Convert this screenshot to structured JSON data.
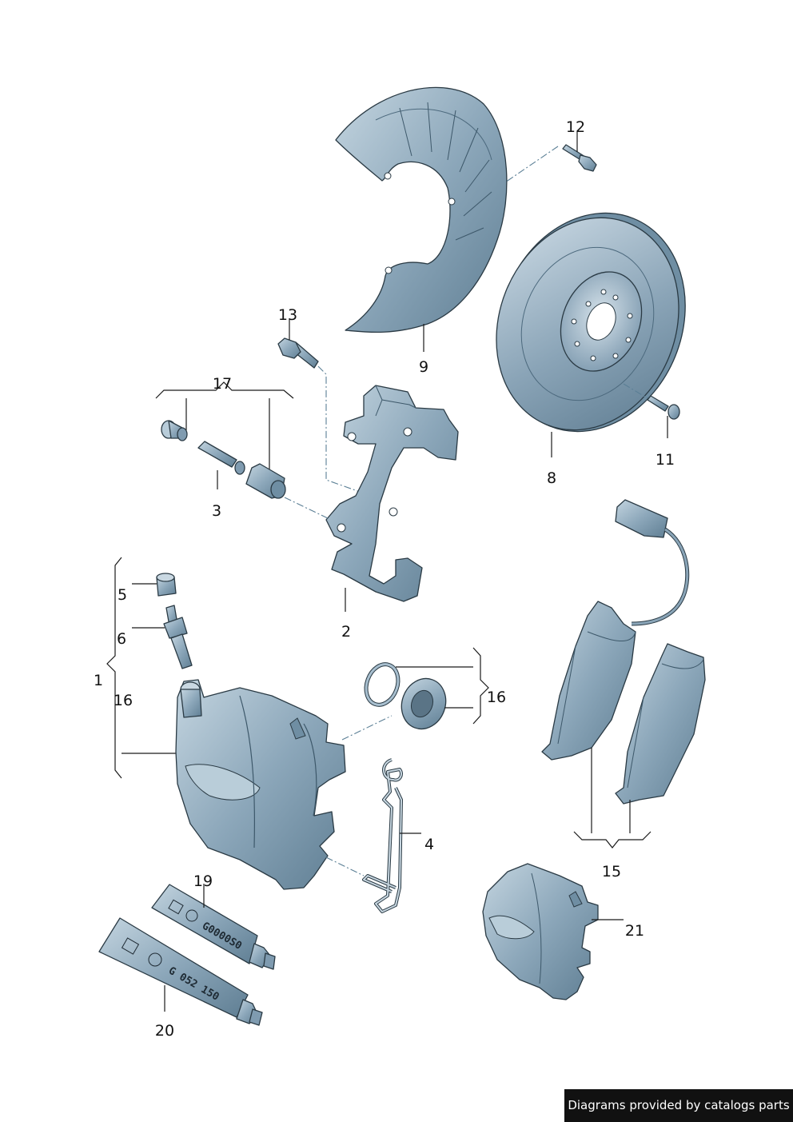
{
  "callouts": {
    "c1": "1",
    "c2": "2",
    "c3": "3",
    "c4": "4",
    "c5": "5",
    "c6": "6",
    "c8": "8",
    "c9": "9",
    "c11": "11",
    "c12": "12",
    "c13": "13",
    "c15": "15",
    "c16a": "16",
    "c16b": "16",
    "c17": "17",
    "c19": "19",
    "c20": "20",
    "c21": "21"
  },
  "tube_labels": {
    "t19": "G0000S0",
    "t20": "G  052  150"
  },
  "credit": "Diagrams provided by catalogs parts",
  "colors": {
    "part_fill": "#8aa5b8",
    "part_light": "#b9cdd9",
    "part_dark": "#5f7e93",
    "credit_bg": "#111111"
  }
}
